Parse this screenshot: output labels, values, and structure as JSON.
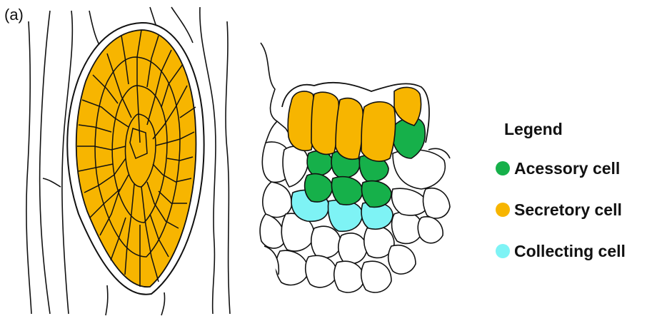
{
  "panel_label": "(a)",
  "legend": {
    "title": "Legend",
    "items": [
      {
        "label": "Acessory cell",
        "color": "#16b04a"
      },
      {
        "label": "Secretory cell",
        "color": "#f7b500"
      },
      {
        "label": "Collecting cell",
        "color": "#7ef3f5"
      }
    ]
  },
  "colors": {
    "secretory": "#f7b500",
    "accessory": "#16b04a",
    "collecting": "#7ef3f5",
    "outline": "#111111"
  }
}
